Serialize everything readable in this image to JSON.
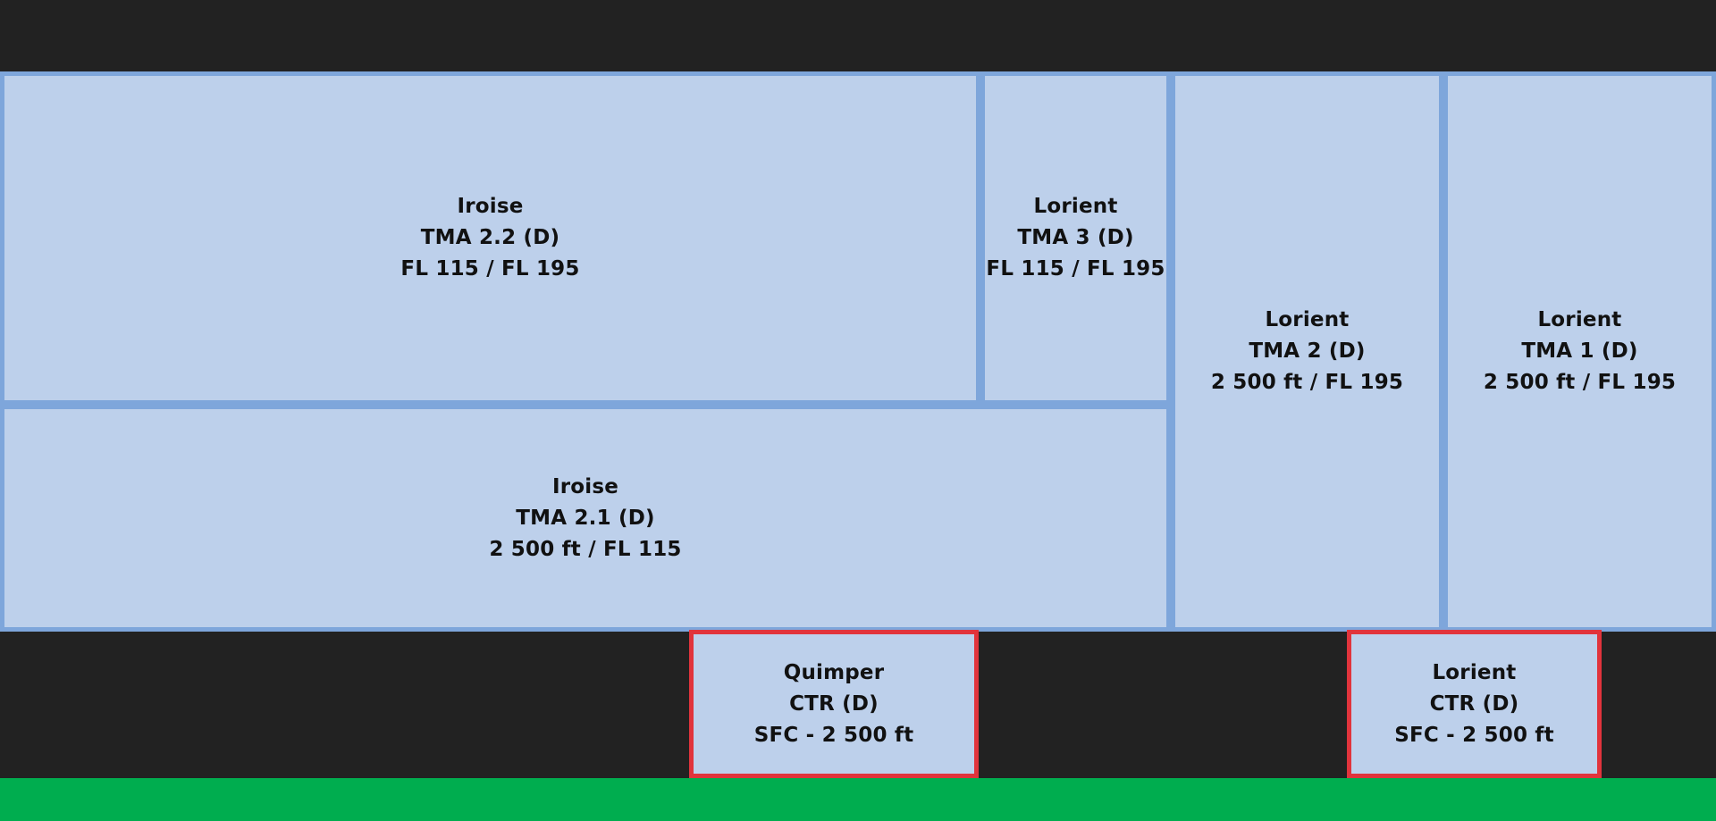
{
  "colors": {
    "background": "#222222",
    "tma_fill": "#bdd0eb",
    "tma_border": "#7ea6db",
    "ctr_border": "#e1343c",
    "ground": "#00ad4f"
  },
  "zones": {
    "iroise_tma_2_2": {
      "name": "Iroise",
      "class": "TMA 2.2 (D)",
      "limits": "FL 115 / FL 195"
    },
    "lorient_tma_3": {
      "name": "Lorient",
      "class": "TMA 3 (D)",
      "limits": "FL 115 / FL 195"
    },
    "lorient_tma_2": {
      "name": "Lorient",
      "class": "TMA 2 (D)",
      "limits": "2 500 ft / FL 195"
    },
    "lorient_tma_1": {
      "name": "Lorient",
      "class": "TMA 1 (D)",
      "limits": "2 500 ft / FL 195"
    },
    "iroise_tma_2_1": {
      "name": "Iroise",
      "class": "TMA 2.1 (D)",
      "limits": "2 500 ft / FL 115"
    },
    "quimper_ctr": {
      "name": "Quimper",
      "class": "CTR (D)",
      "limits": "SFC - 2 500 ft"
    },
    "lorient_ctr": {
      "name": "Lorient",
      "class": "CTR (D)",
      "limits": "SFC - 2 500 ft"
    }
  }
}
